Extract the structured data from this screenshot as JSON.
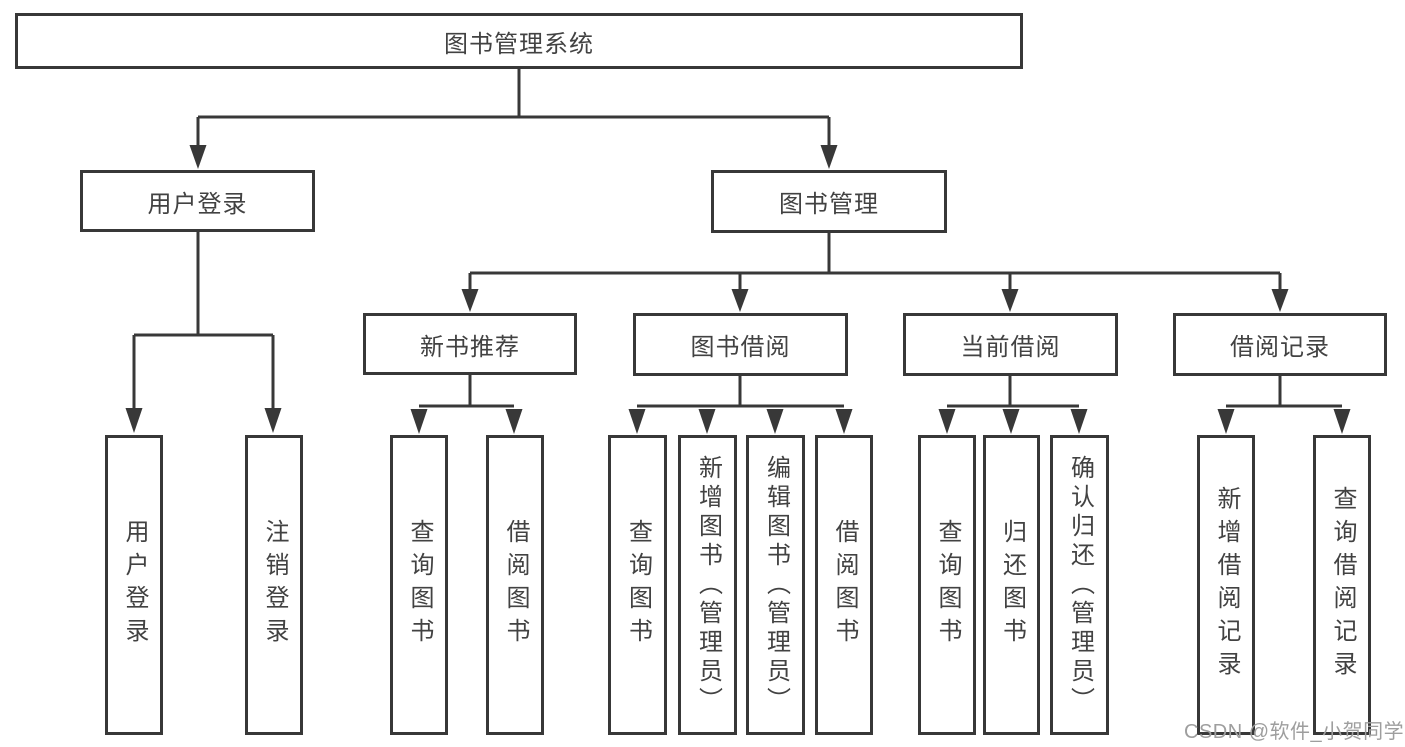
{
  "tree": {
    "root": "图书管理系统",
    "branches": [
      {
        "label": "用户登录",
        "children": [
          "用户登录",
          "注销登录"
        ]
      },
      {
        "label": "图书管理",
        "children": [
          {
            "label": "新书推荐",
            "children": [
              "查询图书",
              "借阅图书"
            ]
          },
          {
            "label": "图书借阅",
            "children": [
              "查询图书",
              "新增图书（管理员）",
              "编辑图书（管理员）",
              "借阅图书"
            ]
          },
          {
            "label": "当前借阅",
            "children": [
              "查询图书",
              "归还图书",
              "确认归还（管理员）"
            ]
          },
          {
            "label": "借阅记录",
            "children": [
              "新增借阅记录",
              "查询借阅记录"
            ]
          }
        ]
      }
    ]
  },
  "watermark": "CSDN @软件_小贺同学",
  "colors": {
    "line": "#383838",
    "box_border": "#383838",
    "box_fill": "#ffffff",
    "text": "#424242",
    "watermark": "#9e9e9e"
  }
}
